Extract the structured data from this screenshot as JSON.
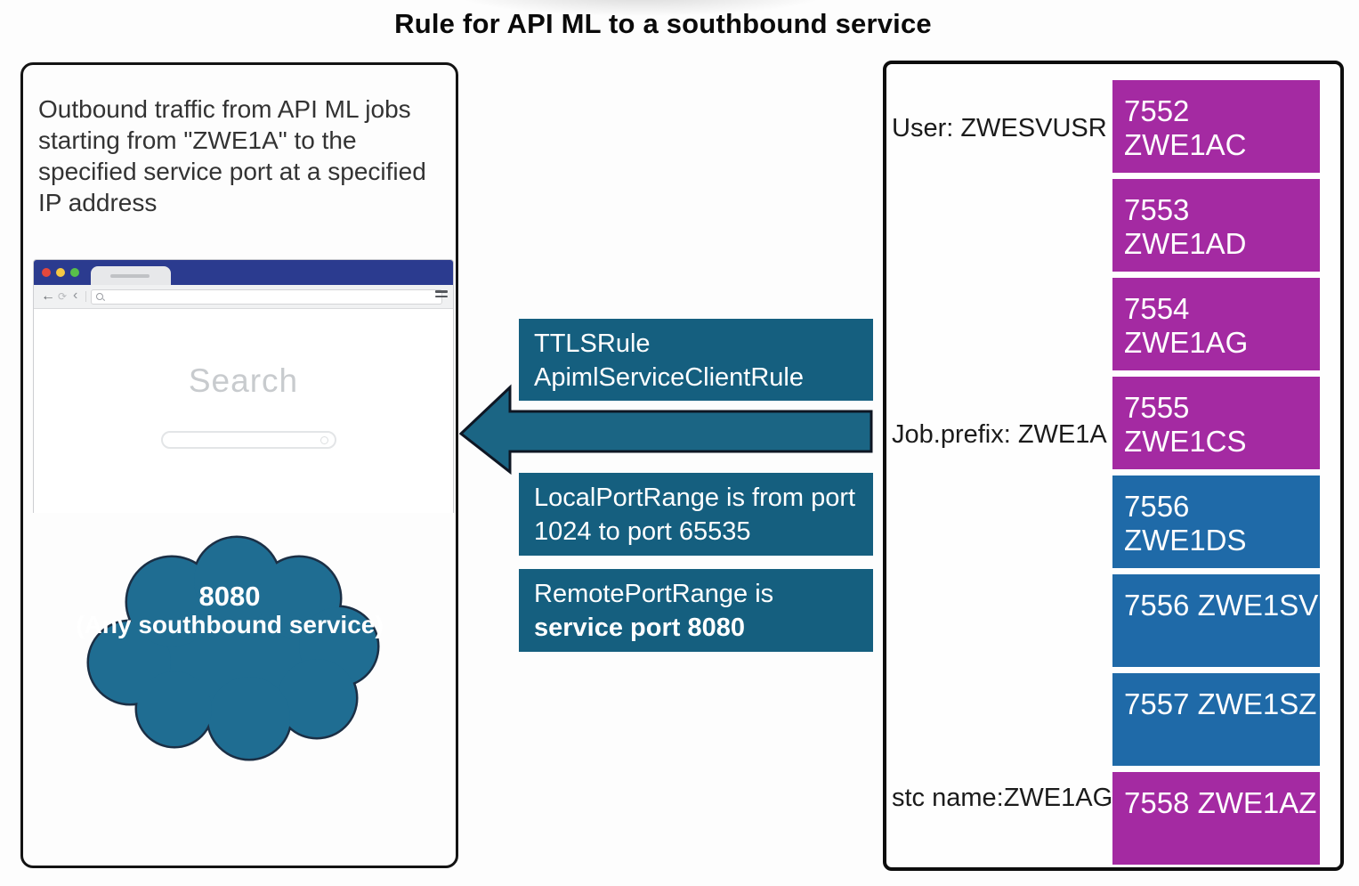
{
  "title": "Rule for API ML to a southbound service",
  "left_panel": {
    "description": "Outbound traffic from API ML jobs starting from \"ZWE1A\" to the specified service port at a specified IP address",
    "browser": {
      "back_icon": "←",
      "refresh_icon": "⟳",
      "chevron_icon": "‹",
      "search_heading": "Search"
    },
    "cloud": {
      "port": "8080",
      "label": "(Any southbound service)"
    }
  },
  "middle": {
    "ttls_rule_box": {
      "line1": "TTLSRule",
      "line2": "ApimlServiceClientRule"
    },
    "local_port_box": {
      "line1": "LocalPortRange is from port",
      "line2": "1024 to port 65535"
    },
    "remote_port_box": {
      "line1": "RemotePortRange is",
      "line2": "service port 8080"
    }
  },
  "right_panel": {
    "user_label": "User: ZWESVUSR",
    "job_prefix_label": "Job.prefix: ZWE1A",
    "stc_name_label": "stc name:ZWE1AG",
    "ports": [
      {
        "label": "7552 ZWE1AC",
        "color": "#A42AA2"
      },
      {
        "label": "7553 ZWE1AD",
        "color": "#A42AA2"
      },
      {
        "label": "7554 ZWE1AG",
        "color": "#A42AA2"
      },
      {
        "label": "7555 ZWE1CS",
        "color": "#A42AA2"
      },
      {
        "label": "7556 ZWE1DS",
        "color": "#1F6AA8"
      },
      {
        "label": "7556 ZWE1SV",
        "color": "#1F6AA8"
      },
      {
        "label": "7557 ZWE1SZ",
        "color": "#1F6AA8"
      },
      {
        "label": "7558 ZWE1AZ",
        "color": "#A42AA2"
      }
    ]
  },
  "colors": {
    "teal": "#155F7F",
    "arrow": "#1B6584",
    "arrow-outline": "#0e1623",
    "cloud": "#1F6D92",
    "cloud-outline": "#1b2f45",
    "purple": "#A42AA2",
    "blue": "#1F6AA8",
    "titlebar": "#2B3B8F"
  }
}
